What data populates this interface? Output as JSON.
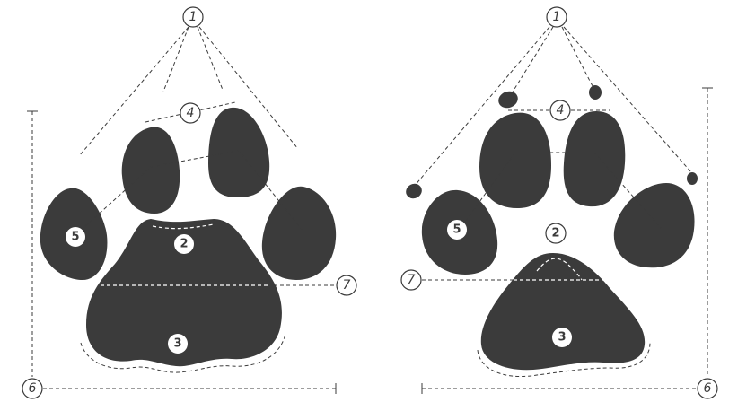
{
  "colors": {
    "pad": "#3b3b3b",
    "background": "#ffffff"
  },
  "left_paw": {
    "labels": {
      "digital_pads": "1",
      "metacarpal_pad": "3",
      "pad_top": "2",
      "pad_line": "4",
      "inner_marker": "5",
      "height_marker": "6",
      "width_marker": "7"
    }
  },
  "right_paw": {
    "labels": {
      "claws": "1",
      "pad_top": "2",
      "metacarpal_pad": "3",
      "pad_line": "4",
      "inner_marker": "5",
      "height_marker": "6",
      "width_marker": "7"
    }
  }
}
